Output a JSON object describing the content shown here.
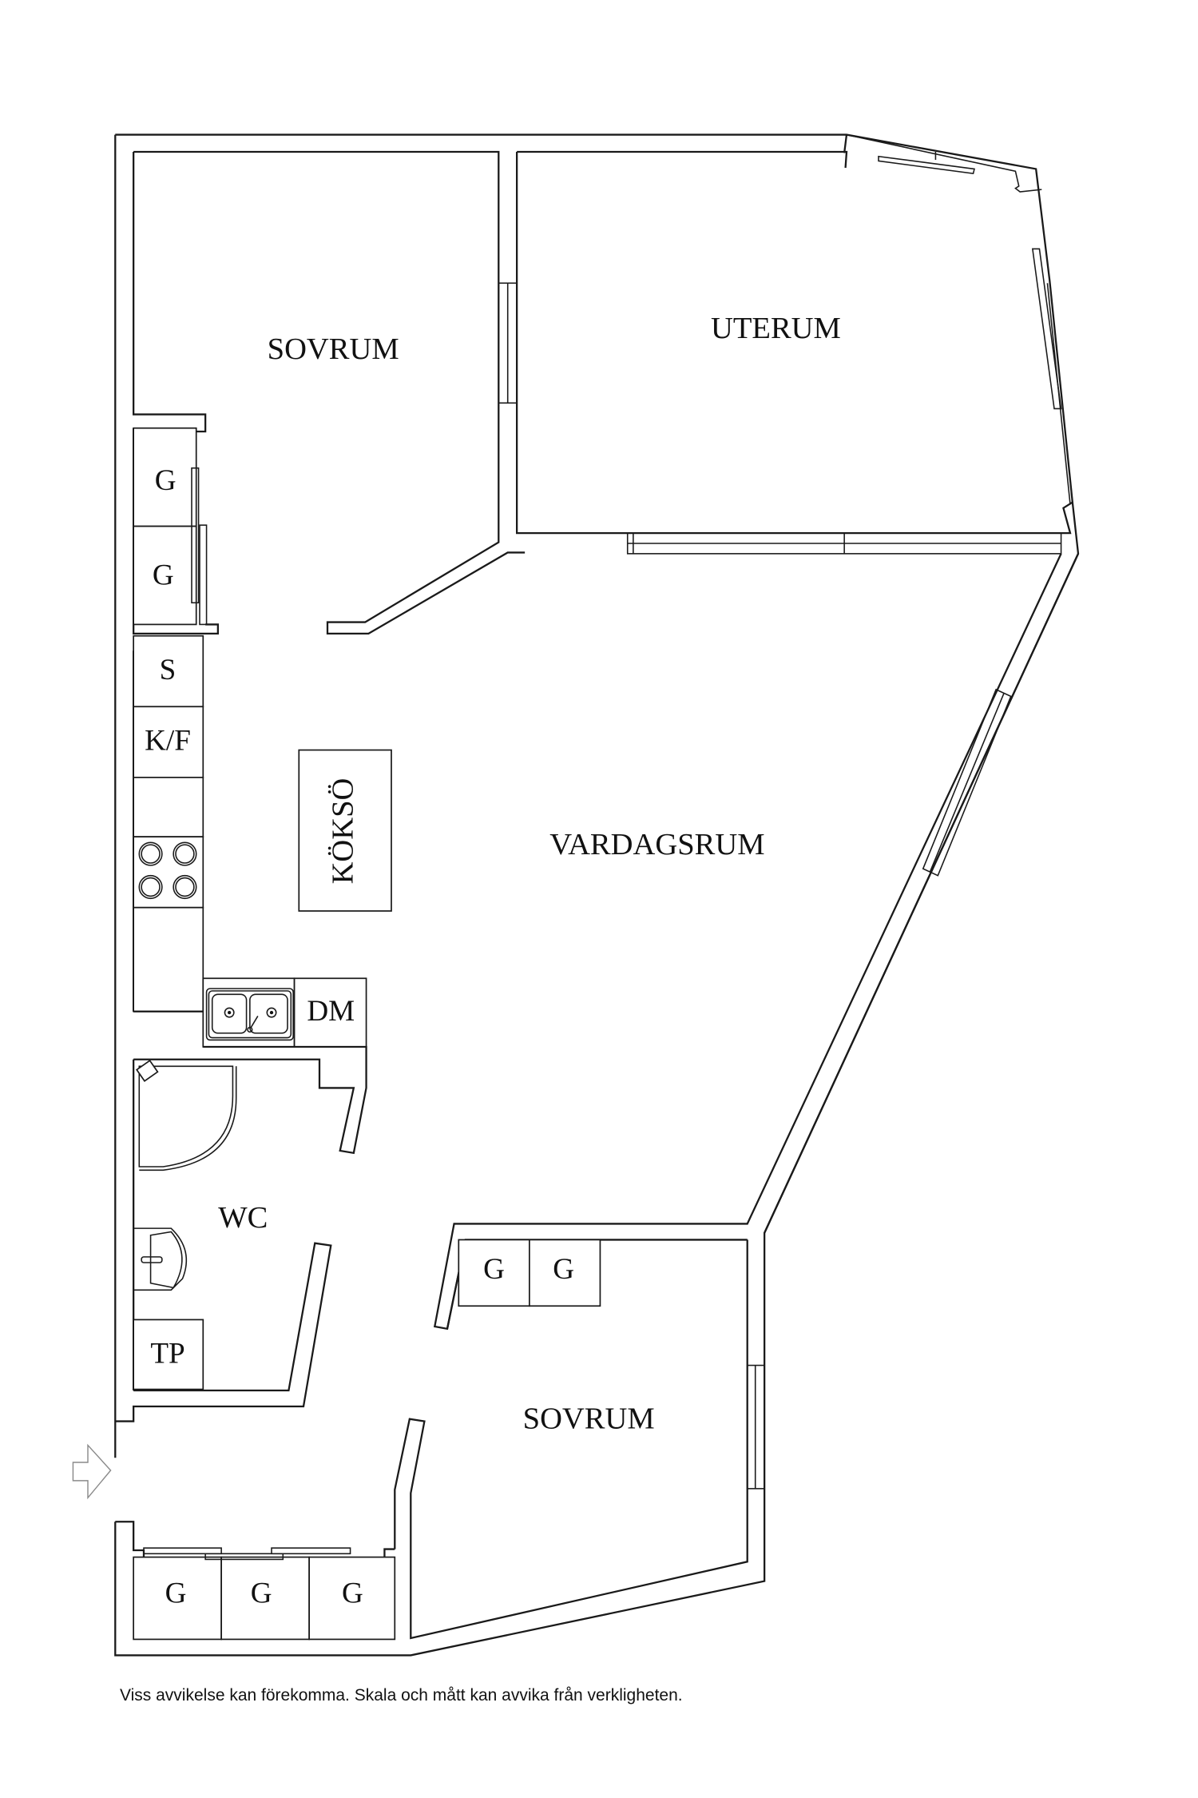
{
  "floorplan": {
    "rooms": {
      "bedroom_top": "SOVRUM",
      "sunroom": "UTERUM",
      "living_room": "VARDAGSRUM",
      "kitchen_island": "KÖKSÖ",
      "bathroom": "WC",
      "bedroom_bottom": "SOVRUM"
    },
    "fixtures": {
      "wardrobe_hall_1": "G",
      "wardrobe_hall_2": "G",
      "freezer": "S",
      "fridge_freezer": "K/F",
      "dishwasher": "DM",
      "washing_machine": "TP",
      "wardrobe_bedroom_1": "G",
      "wardrobe_bedroom_2": "G",
      "wardrobe_entry_1": "G",
      "wardrobe_entry_2": "G",
      "wardrobe_entry_3": "G"
    },
    "icons": {
      "stove": "stove-icon",
      "sink": "double-sink-icon",
      "shower": "corner-shower-icon",
      "washbasin": "washbasin-icon",
      "entrance": "entrance-arrow-icon"
    },
    "disclaimer": "Viss avvikelse kan förekomma. Skala och mått kan avvika från verkligheten."
  }
}
